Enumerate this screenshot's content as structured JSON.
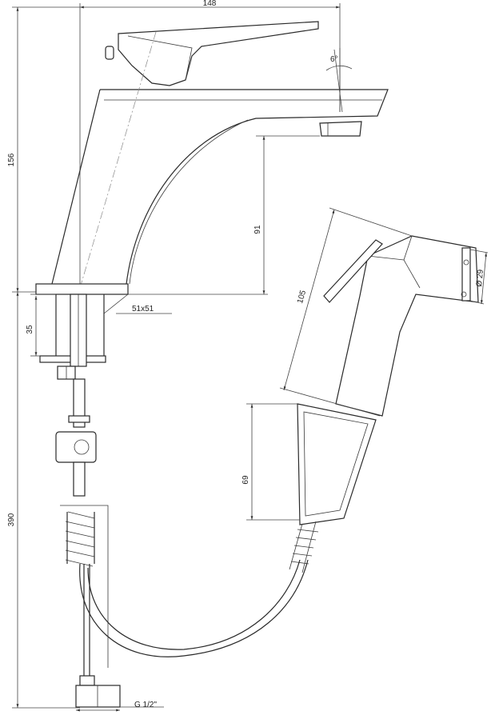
{
  "drawing": {
    "title": "Basin mixer with bidet hand shower - technical drawing",
    "dimensions": {
      "overall_width": "148",
      "overall_height": "156",
      "spout_angle": "6°",
      "spout_height": "91",
      "base_size": "51x51",
      "base_thickness": "35",
      "hose_length": "390",
      "shower_length": "105",
      "shower_diameter": "Ø 29",
      "holder_height": "69",
      "connection_thread": "G 1/2\""
    },
    "colors": {
      "line": "#2a2a2a",
      "background": "#ffffff"
    }
  }
}
